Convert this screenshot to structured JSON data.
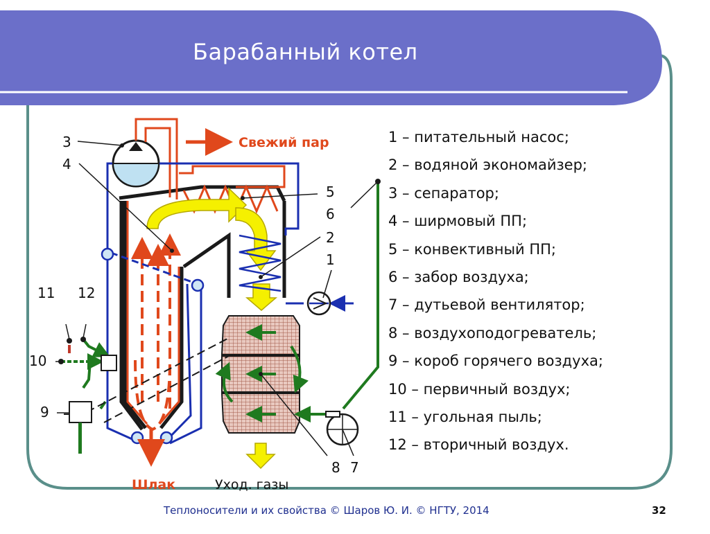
{
  "slide": {
    "title": "Барабанный котел",
    "footer": "Теплоносители и их свойства © Шаров Ю. И. © НГТУ, 2014",
    "page_number": "32"
  },
  "diagram": {
    "fresh_steam_label": "Свежий пар",
    "slag_label": "Шлак",
    "flue_gas_label": "Уход. газы",
    "markers": {
      "m1": "1",
      "m2": "2",
      "m3": "3",
      "m4": "4",
      "m5": "5",
      "m6": "6",
      "m7": "7",
      "m8": "8",
      "m9": "9",
      "m10": "10",
      "m11": "11",
      "m12": "12"
    }
  },
  "legend": [
    "1 – питательный насос;",
    "2 – водяной экономайзер;",
    "3 – сепаратор;",
    "4 – ширмовый ПП;",
    "5 – конвективный ПП;",
    "6 – забор воздуха;",
    "7 – дутьевой вентилятор;",
    "8 – воздухоподогреватель;",
    "9 – короб горячего воздуха;",
    "10 – первичный воздух;",
    "11 – угольная пыль;",
    "12 – вторичный воздух."
  ],
  "colors": {
    "header": "#6b6fc9",
    "frame": "#5a8f8a",
    "steam": "#e0481c",
    "water": "#1a2fb0",
    "air": "#1f7a1f",
    "gas": "#f5f000",
    "heater": "#a35a4a"
  }
}
